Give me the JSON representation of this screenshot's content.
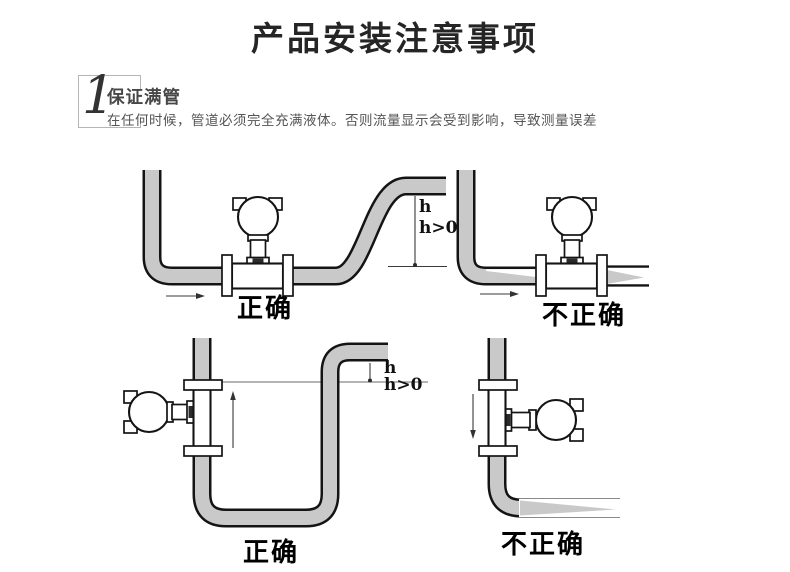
{
  "page": {
    "title": "产品安装注意事项"
  },
  "section": {
    "number": "1",
    "heading": "保证满管",
    "description": "在任何时候，管道必须完全充满液体。否则流量显示会受到影响，导致测量误差"
  },
  "diagrams": {
    "top_left": {
      "label": "正确",
      "dim_h": "h",
      "dim_h0": "h>0"
    },
    "top_right": {
      "label": "不正确"
    },
    "bottom_left": {
      "label": "正确",
      "dim_h": "h",
      "dim_h0": "h>0"
    },
    "bottom_right": {
      "label": "不正确"
    }
  },
  "colors": {
    "pipe_fill": "#c9c9c9",
    "outline": "#141414",
    "frame": "#b5b5b5"
  }
}
